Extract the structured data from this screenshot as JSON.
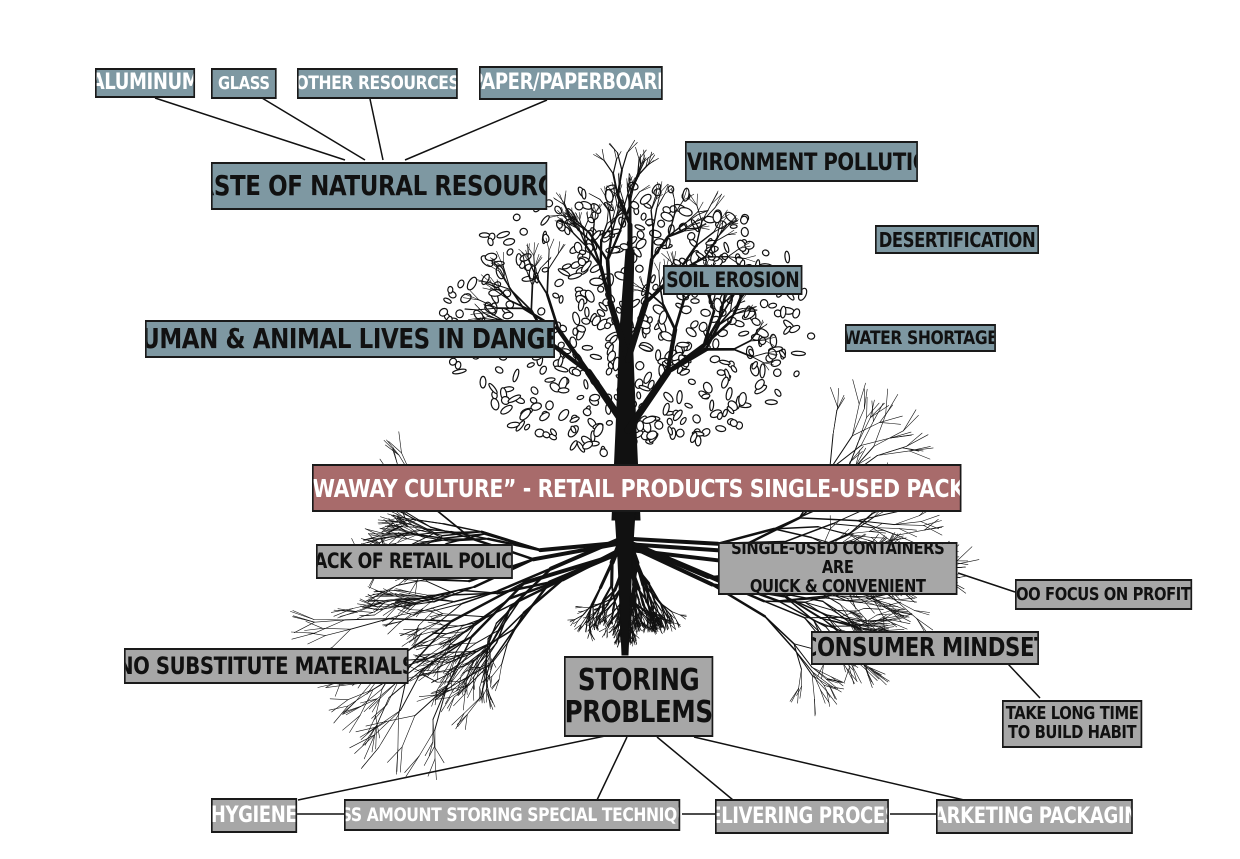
{
  "colors": {
    "consequence_box": "#7e98a2",
    "cause_box": "#a7a7a7",
    "core_problem_box": "#a86b6b",
    "line": "#111111",
    "tree": "#111111"
  },
  "icons": {
    "tree": "problem-tree-icon"
  },
  "top": {
    "resources": {
      "aluminum": "ALUMINUM",
      "glass": "GLASS",
      "other": "OTHER RESOURCES",
      "paper": "PAPER/PAPERBOARD"
    },
    "waste": "WASTE OF NATURAL RESOURCES",
    "pollution": "ENVIRONMENT POLLUTION",
    "desertification": "DESERTIFICATION",
    "soil": "SOIL EROSION",
    "water": "WATER SHORTAGE",
    "human": "HUMAN & ANIMAL LIVES IN DANGER"
  },
  "core": "“THROWAWAY CULTURE” - RETAIL PRODUCTS SINGLE-USED PACKAGING",
  "roots": {
    "policy": "LACK OF RETAIL POLICY",
    "containers_line1": "SINGLE-USED CONTAINERS ARE",
    "containers_line2": "QUICK & CONVENIENT",
    "profits": "TOO FOCUS ON PROFITS",
    "substitute": "NO SUBSTITUTE MATERIALS",
    "mindset": "CONSUMER MINDSET",
    "habit_line1": "TAKE LONG TIME",
    "habit_line2": "TO BUILD HABIT",
    "storing_line1": "STORING",
    "storing_line2": "PROBLEMS"
  },
  "bottom": {
    "hygiene": "HYGIENE",
    "mass": "MASS AMOUNT STORING SPECIAL TECHNIQUES",
    "delivering": "DELIVERING PROCESS",
    "marketing": "MARKETING PACKAGING"
  }
}
